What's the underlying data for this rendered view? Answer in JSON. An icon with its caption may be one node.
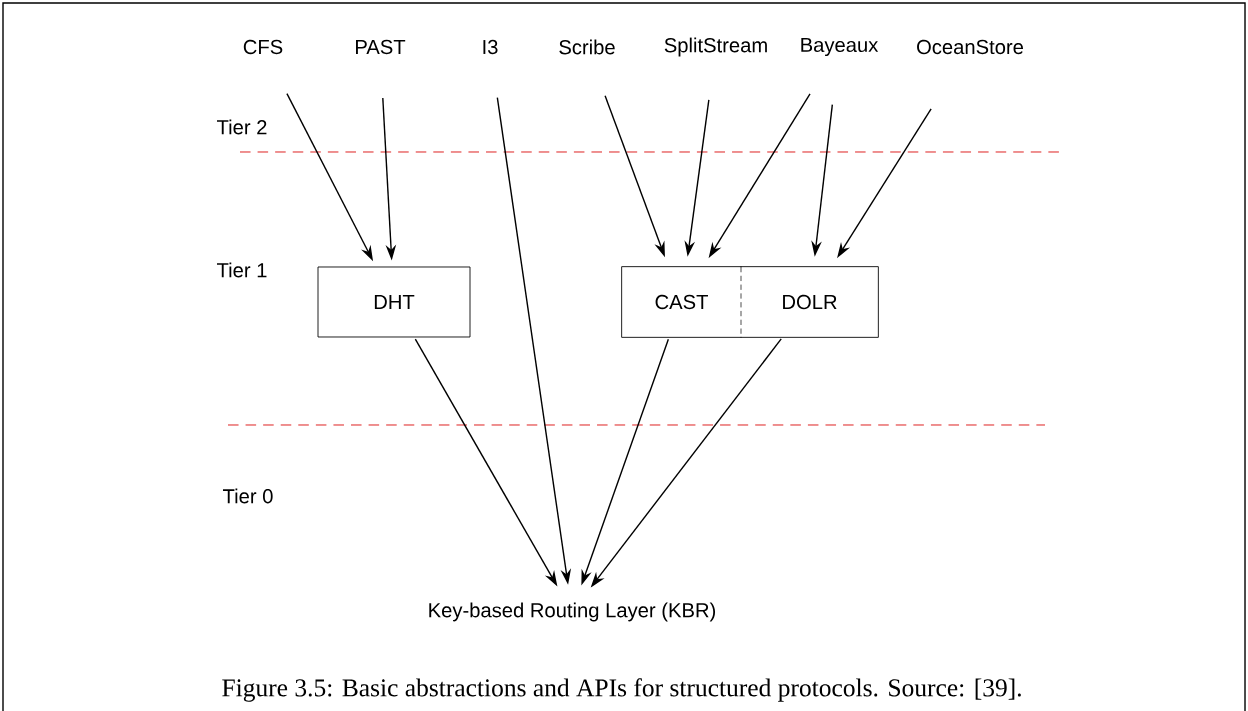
{
  "diagram": {
    "caption": "Figure 3.5: Basic abstractions and APIs for structured protocols. Source: [39].",
    "nodes": [
      {
        "text": [
          "CFS"
        ]
      },
      {
        "text": [
          "PAST"
        ]
      },
      {
        "text": [
          "I3"
        ]
      },
      {
        "text": [
          "Scribe"
        ]
      },
      {
        "text": [
          "SplitStream"
        ]
      },
      {
        "text": [
          "Bayeaux"
        ]
      },
      {
        "text": [
          "OceanStore"
        ]
      },
      {
        "text": [
          "DHT"
        ]
      },
      {
        "text": [
          "CAST"
        ]
      },
      {
        "text": [
          "DOLR"
        ]
      },
      {
        "text": [
          "Key-based Routing Layer (KBR)"
        ]
      }
    ],
    "edges": [
      {
        "from": 0,
        "to": 7,
        "arrow": "to"
      },
      {
        "from": 1,
        "to": 7,
        "arrow": "to"
      },
      {
        "from": 3,
        "to": 8,
        "arrow": "to"
      },
      {
        "from": 4,
        "to": 8,
        "arrow": "to"
      },
      {
        "from": 5,
        "to": 8,
        "arrow": "to"
      },
      {
        "from": 5,
        "to": 9,
        "arrow": "to"
      },
      {
        "from": 6,
        "to": 9,
        "arrow": "to"
      },
      {
        "from": 7,
        "to": 10,
        "arrow": "to"
      },
      {
        "from": 2,
        "to": 10,
        "arrow": "to"
      },
      {
        "from": 8,
        "to": 10,
        "arrow": "to"
      },
      {
        "from": 9,
        "to": 10,
        "arrow": "to"
      }
    ],
    "labels": [
      "Tier 2",
      "Tier 1",
      "Tier 0"
    ]
  }
}
